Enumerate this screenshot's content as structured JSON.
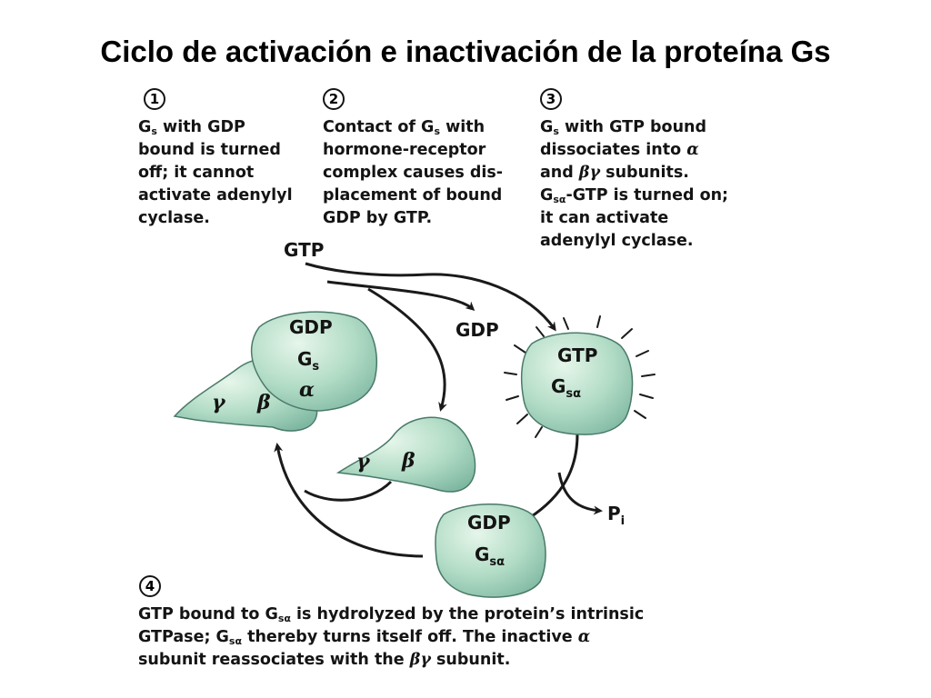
{
  "title": "Ciclo de activación e inactivación de la proteína Gs",
  "steps": [
    {
      "number": "1",
      "lines": [
        [
          [
            "G"
          ],
          [
            "s",
            "sub"
          ],
          [
            " with GDP"
          ]
        ],
        [
          [
            "bound is turned"
          ]
        ],
        [
          [
            "off; it cannot"
          ]
        ],
        [
          [
            "activate adenylyl"
          ]
        ],
        [
          [
            "cyclase."
          ]
        ]
      ]
    },
    {
      "number": "2",
      "lines": [
        [
          [
            "Contact of G"
          ],
          [
            "s",
            "sub"
          ],
          [
            " with"
          ]
        ],
        [
          [
            "hormone-receptor"
          ]
        ],
        [
          [
            "complex causes dis-"
          ]
        ],
        [
          [
            "placement of bound"
          ]
        ],
        [
          [
            "GDP by GTP."
          ]
        ]
      ]
    },
    {
      "number": "3",
      "lines": [
        [
          [
            "G"
          ],
          [
            "s",
            "sub"
          ],
          [
            " with GTP bound"
          ]
        ],
        [
          [
            "dissociates into "
          ],
          [
            "α",
            "gk"
          ]
        ],
        [
          [
            "and "
          ],
          [
            "βγ",
            "gk"
          ],
          [
            " subunits."
          ]
        ],
        [
          [
            "G"
          ],
          [
            "sα",
            "sub"
          ],
          [
            "-GTP is turned on;"
          ]
        ],
        [
          [
            "it can activate"
          ]
        ],
        [
          [
            "adenylyl cyclase."
          ]
        ]
      ]
    },
    {
      "number": "4",
      "lines": [
        [
          [
            "GTP bound to G"
          ],
          [
            "sα",
            "sub"
          ],
          [
            " is hydrolyzed by the protein’s intrinsic"
          ]
        ],
        [
          [
            "GTPase; G"
          ],
          [
            "sα",
            "sub"
          ],
          [
            " thereby turns itself off. The inactive "
          ],
          [
            "α",
            "gk"
          ]
        ],
        [
          [
            "subunit reassociates with the "
          ],
          [
            "βγ",
            "gk"
          ],
          [
            " subunit."
          ]
        ]
      ]
    }
  ],
  "diagram": {
    "gtp_in": "GTP",
    "gdp_out": "GDP",
    "pi": {
      "main": "P",
      "sub": "i"
    },
    "complex": {
      "gdp": "GDP",
      "gs": "G",
      "gs_sub": "s",
      "alpha": "α",
      "beta": "β",
      "gamma": "γ"
    },
    "beta_gamma": {
      "gamma": "γ",
      "beta": "β"
    },
    "active": {
      "gtp": "GTP",
      "gs": "G",
      "gs_sub": "sα"
    },
    "inactive": {
      "gdp": "GDP",
      "gs": "G",
      "gs_sub": "sα"
    }
  },
  "colors": {
    "blob_light": "#d6efdf",
    "blob_mid": "#a6d4be",
    "blob_dark": "#4a7a6a",
    "ink": "#1a1a1a"
  }
}
